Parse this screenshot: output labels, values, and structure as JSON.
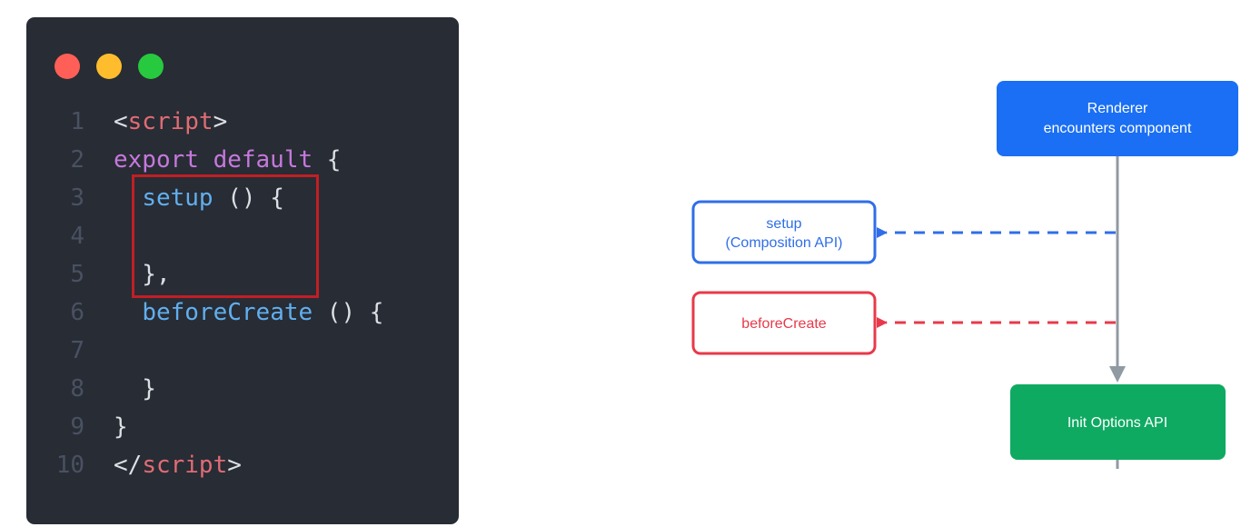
{
  "window": {
    "dots": [
      "red",
      "yellow",
      "green"
    ]
  },
  "code": {
    "lines": [
      {
        "no": "1",
        "tokens": [
          {
            "t": "<",
            "c": "c-def"
          },
          {
            "t": "script",
            "c": "c-tag"
          },
          {
            "t": ">",
            "c": "c-def"
          }
        ]
      },
      {
        "no": "2",
        "tokens": [
          {
            "t": "export default",
            "c": "c-kw"
          },
          {
            "t": " {",
            "c": "c-def"
          }
        ]
      },
      {
        "no": "3",
        "tokens": [
          {
            "t": "  ",
            "c": "c-def"
          },
          {
            "t": "setup",
            "c": "c-fn"
          },
          {
            "t": " () {",
            "c": "c-def"
          }
        ]
      },
      {
        "no": "4",
        "tokens": []
      },
      {
        "no": "5",
        "tokens": [
          {
            "t": "  },",
            "c": "c-def"
          }
        ]
      },
      {
        "no": "6",
        "tokens": [
          {
            "t": "  ",
            "c": "c-def"
          },
          {
            "t": "beforeCreate",
            "c": "c-fn"
          },
          {
            "t": " () {",
            "c": "c-def"
          }
        ]
      },
      {
        "no": "7",
        "tokens": []
      },
      {
        "no": "8",
        "tokens": [
          {
            "t": "  }",
            "c": "c-def"
          }
        ]
      },
      {
        "no": "9",
        "tokens": [
          {
            "t": "}",
            "c": "c-def"
          }
        ]
      },
      {
        "no": "10",
        "tokens": [
          {
            "t": "</",
            "c": "c-def"
          },
          {
            "t": "script",
            "c": "c-tag"
          },
          {
            "t": ">",
            "c": "c-def"
          }
        ]
      }
    ]
  },
  "diagram": {
    "renderer": {
      "line1": "Renderer",
      "line2": "encounters component",
      "color": "#1a6ff4"
    },
    "setup": {
      "line1": "setup",
      "line2": "(Composition API)",
      "color": "#2f6ee8"
    },
    "before_create": {
      "label": "beforeCreate",
      "color": "#e8394a"
    },
    "init_options": {
      "label": "Init Options API",
      "color": "#0eaa62"
    },
    "timeline_color": "#909aa3"
  }
}
